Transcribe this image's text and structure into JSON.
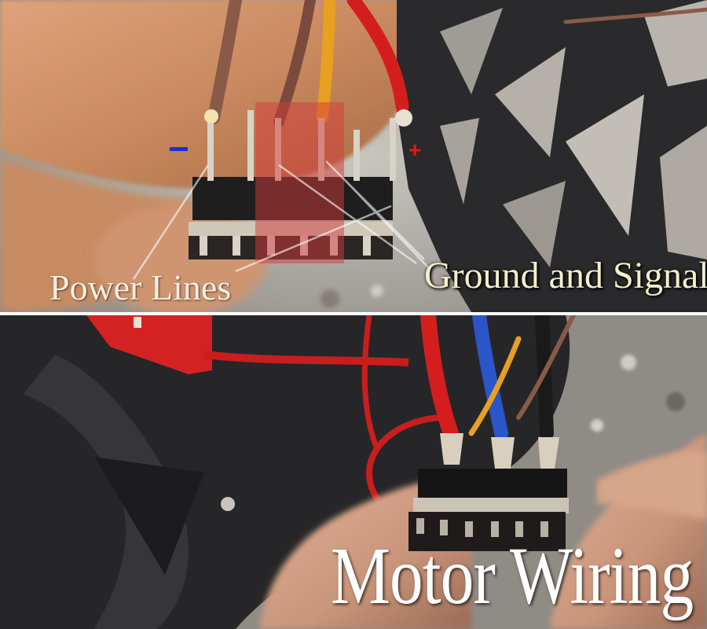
{
  "annotations": {
    "power_lines": "Power Lines",
    "ground_and_signal": "Ground and Signal",
    "motor_wiring": "Motor Wiring",
    "minus_sign": "−",
    "plus_sign": "+"
  },
  "colors": {
    "minus_sign": "#1f2bd6",
    "plus_sign": "#e01818",
    "highlight": "#d43a3a",
    "wire_red": "#d41e1e",
    "wire_orange": "#e8a020",
    "wire_blue": "#2b55c8",
    "wire_black": "#1a1a1a",
    "wire_brown": "#8a5a48",
    "frame": "#2a2a2c"
  }
}
